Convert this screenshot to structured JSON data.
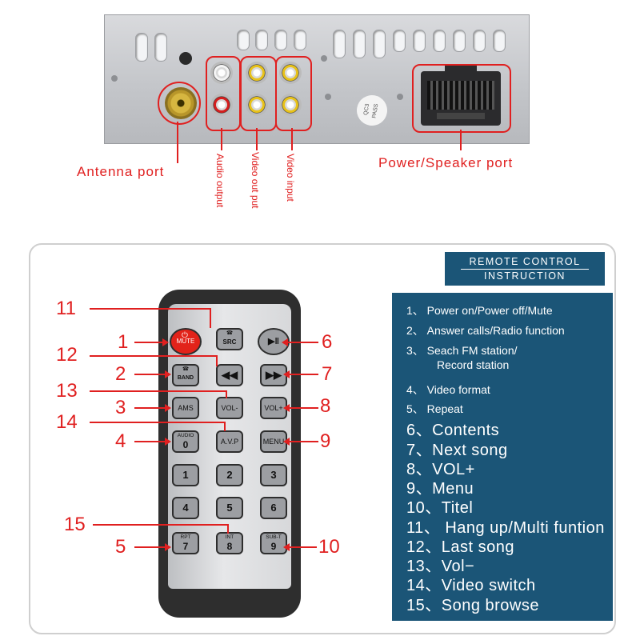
{
  "ports": {
    "antenna_label": "Antenna port",
    "audio_output_label": "Audio output",
    "video_out_put_label": "Video out put",
    "video_input_label": "Video input",
    "power_speaker_label": "Power/Speaker  port",
    "sticker_line1": "QC3",
    "sticker_line2": "PASS"
  },
  "header": {
    "line1": "REMOTE CONTROL",
    "line2": "INSTRUCTION"
  },
  "instructions": [
    "1、 Power on/Power off/Mute",
    "2、 Answer calls/Radio function",
    "3、 Seach FM station/",
    "Record station",
    "4、 Video format",
    "5、 Repeat",
    "6、Contents",
    "7、Next song",
    "8、VOL+",
    "9、Menu",
    "10、Titel",
    "11、 Hang up/Multi funtion",
    "12、Last song",
    "13、Vol−",
    "14、Video switch",
    "15、Song browse"
  ],
  "remote": {
    "power_label": "MUTE",
    "src_label": "SRC",
    "band_label": "BAND",
    "ams_label": "AMS",
    "vol_minus_label": "VOL-",
    "vol_plus_label": "VOL+",
    "audio_label": "AUDIO",
    "avp_label": "A.V.P",
    "menu_label": "MENU",
    "keys": [
      "0",
      "1",
      "2",
      "3",
      "4",
      "5",
      "6",
      "7",
      "8",
      "9"
    ],
    "rpt_label": "RPT",
    "int_label": "INT",
    "subt_label": "SUB-T"
  },
  "callouts": [
    "1",
    "2",
    "3",
    "4",
    "5",
    "6",
    "7",
    "8",
    "9",
    "10",
    "11",
    "12",
    "13",
    "14",
    "15"
  ],
  "colors": {
    "accent_red": "#e02020",
    "panel_blue": "#1b5577",
    "power_button_red": "#e2231a"
  }
}
